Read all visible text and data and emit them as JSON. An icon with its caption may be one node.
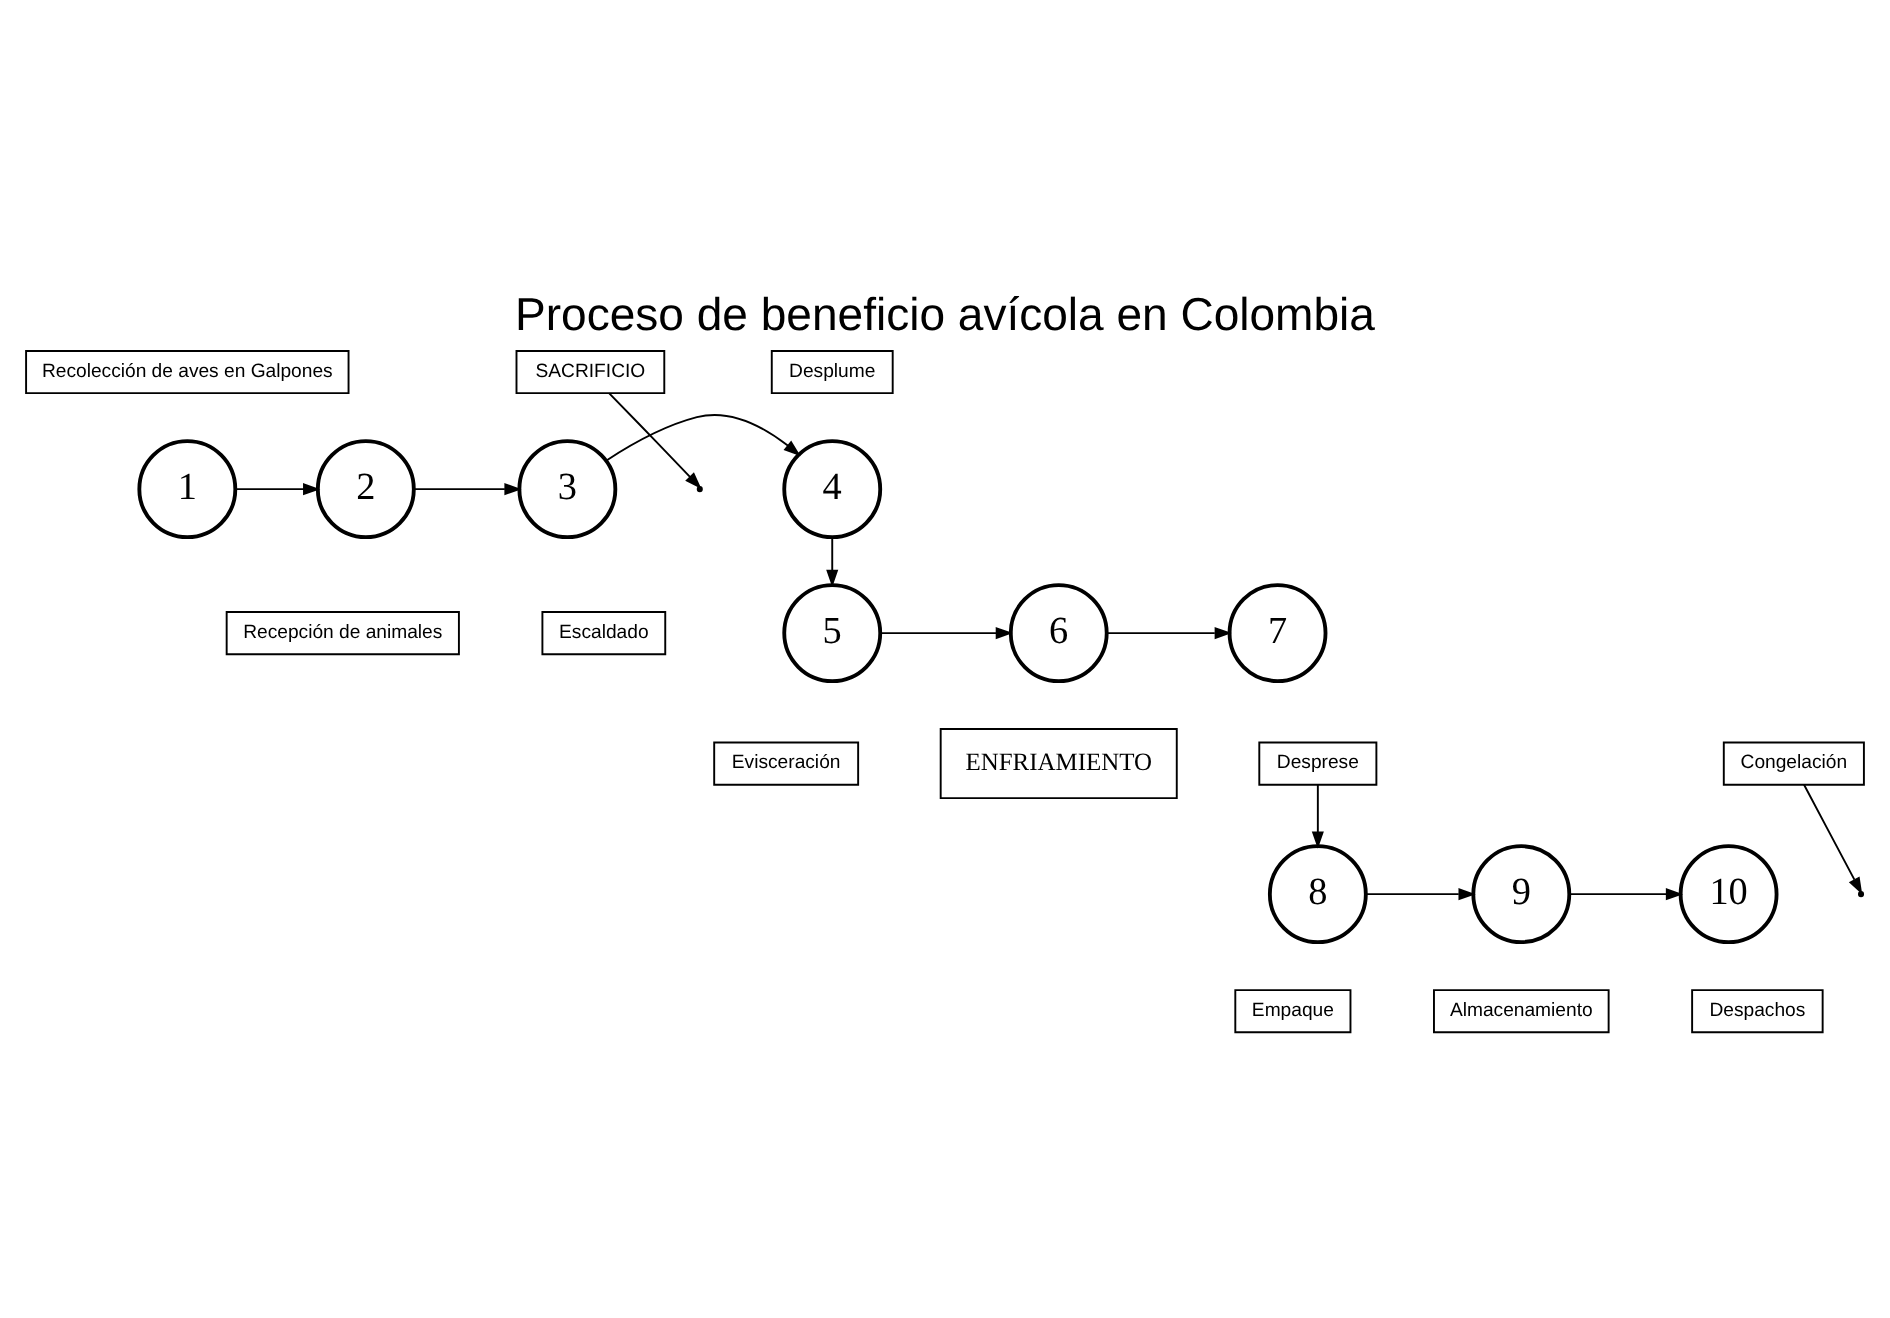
{
  "diagram": {
    "title": "Proceso de beneficio avícola en Colombia",
    "nodes": [
      {
        "text": [
          "Recolección de aves en Galpones"
        ]
      },
      {
        "text": [
          "SACRIFICIO"
        ]
      },
      {
        "text": [
          "Desplume"
        ]
      },
      {
        "text": [
          "1"
        ]
      },
      {
        "text": [
          "2"
        ]
      },
      {
        "text": [
          "3"
        ]
      },
      {
        "text": [
          "4"
        ]
      },
      {
        "text": [
          "Recepción de animales"
        ]
      },
      {
        "text": [
          "Escaldado"
        ]
      },
      {
        "text": [
          "7"
        ]
      },
      {
        "text": [
          "6"
        ]
      },
      {
        "text": [
          "5"
        ]
      },
      {
        "text": [
          "Desprese"
        ]
      },
      {
        "text": [
          "ENFRIAMIENTO"
        ]
      },
      {
        "text": [
          "Evisceración"
        ]
      },
      {
        "text": [
          "Congelación"
        ]
      },
      {
        "text": [
          "8"
        ]
      },
      {
        "text": [
          "9"
        ]
      },
      {
        "text": [
          "10"
        ]
      },
      {
        "text": [
          "Empaque"
        ]
      },
      {
        "text": [
          "Almacenamiento"
        ]
      },
      {
        "text": [
          "Despachos"
        ]
      }
    ],
    "edges": [
      {
        "from": 3,
        "to": 4,
        "arrow": "to"
      },
      {
        "from": 4,
        "to": 5,
        "arrow": "to"
      },
      {
        "from": 1,
        "to": null,
        "arrow": "to"
      },
      {
        "from": 5,
        "to": 6,
        "arrow": "to"
      },
      {
        "from": 6,
        "to": 11,
        "arrow": "to"
      },
      {
        "from": 11,
        "to": 10,
        "arrow": "to"
      },
      {
        "from": 10,
        "to": 9,
        "arrow": "to"
      },
      {
        "from": 12,
        "to": 16,
        "arrow": "to"
      },
      {
        "from": 16,
        "to": 17,
        "arrow": "to"
      },
      {
        "from": 17,
        "to": 18,
        "arrow": "to"
      },
      {
        "from": 15,
        "to": null,
        "arrow": "to"
      }
    ]
  }
}
